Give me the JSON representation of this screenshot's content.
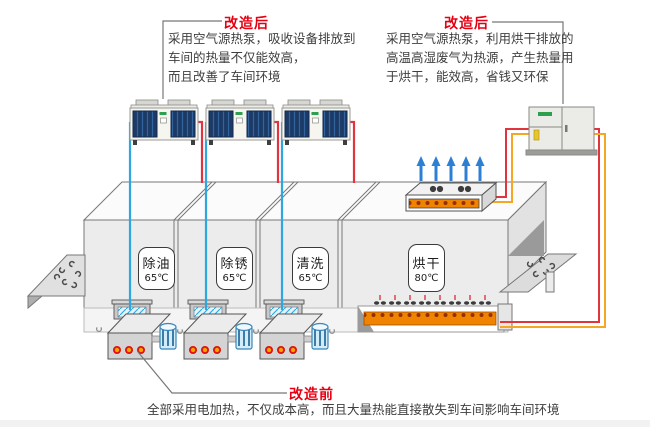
{
  "callout_top_left": {
    "title": "改造后",
    "lines": [
      "采用空气源热泵，吸收设备排放到",
      "车间的热量不仅能效高，",
      "而且改善了车间环境"
    ]
  },
  "callout_top_right": {
    "title": "改造后",
    "lines": [
      "采用空气源热泵，利用烘干排放的",
      "高温高湿废气为热源，产生热量用",
      "于烘干，能效高，省钱又环保"
    ]
  },
  "callout_bottom": {
    "title": "改造前",
    "line": "全部采用电加热，不仅成本高，而且大量热能直接散失到车间影响车间环境"
  },
  "process_sections": [
    {
      "name": "除油",
      "temp": "65℃"
    },
    {
      "name": "除锈",
      "temp": "65℃"
    },
    {
      "name": "清洗",
      "temp": "65℃"
    },
    {
      "name": "烘干",
      "temp": "80℃"
    }
  ],
  "colors": {
    "accent_red": "#e60012",
    "pipe_cold_blue": "#2ea7df",
    "pipe_hot_red": "#e0353f",
    "pipe_hot_orange": "#f5a623",
    "heater_orange": "#f08300",
    "coil_navy": "#1c3a66",
    "logo_green": "#2e9e4f"
  }
}
